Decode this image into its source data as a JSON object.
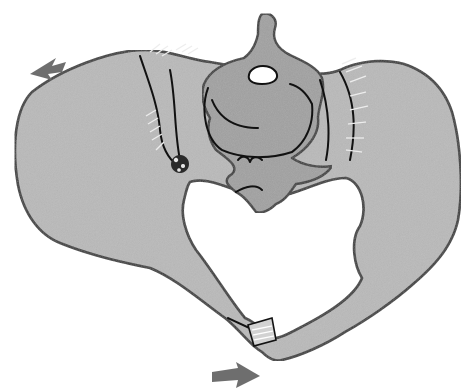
{
  "colors": {
    "background": "#ffffff",
    "bone": "#b9b9b9",
    "bone_dark": "#9e9e9e",
    "outline": "#111111",
    "arrow": "#6e6e6e",
    "ligament": "#ededed"
  },
  "structures": {
    "left_ilium": "left-ilium",
    "right_ilium": "right-ilium",
    "sacrum": "sacrum",
    "pelvic_inlet": "pelvic-inlet",
    "pubic_symphysis": "pubic-symphysis",
    "left_sacroiliac_joint": "left-sacroiliac-joint",
    "right_sacroiliac_joint": "right-sacroiliac-joint"
  },
  "arrows": {
    "upper_left": "arrow-up-left-icon",
    "lower": "arrow-right-icon"
  }
}
